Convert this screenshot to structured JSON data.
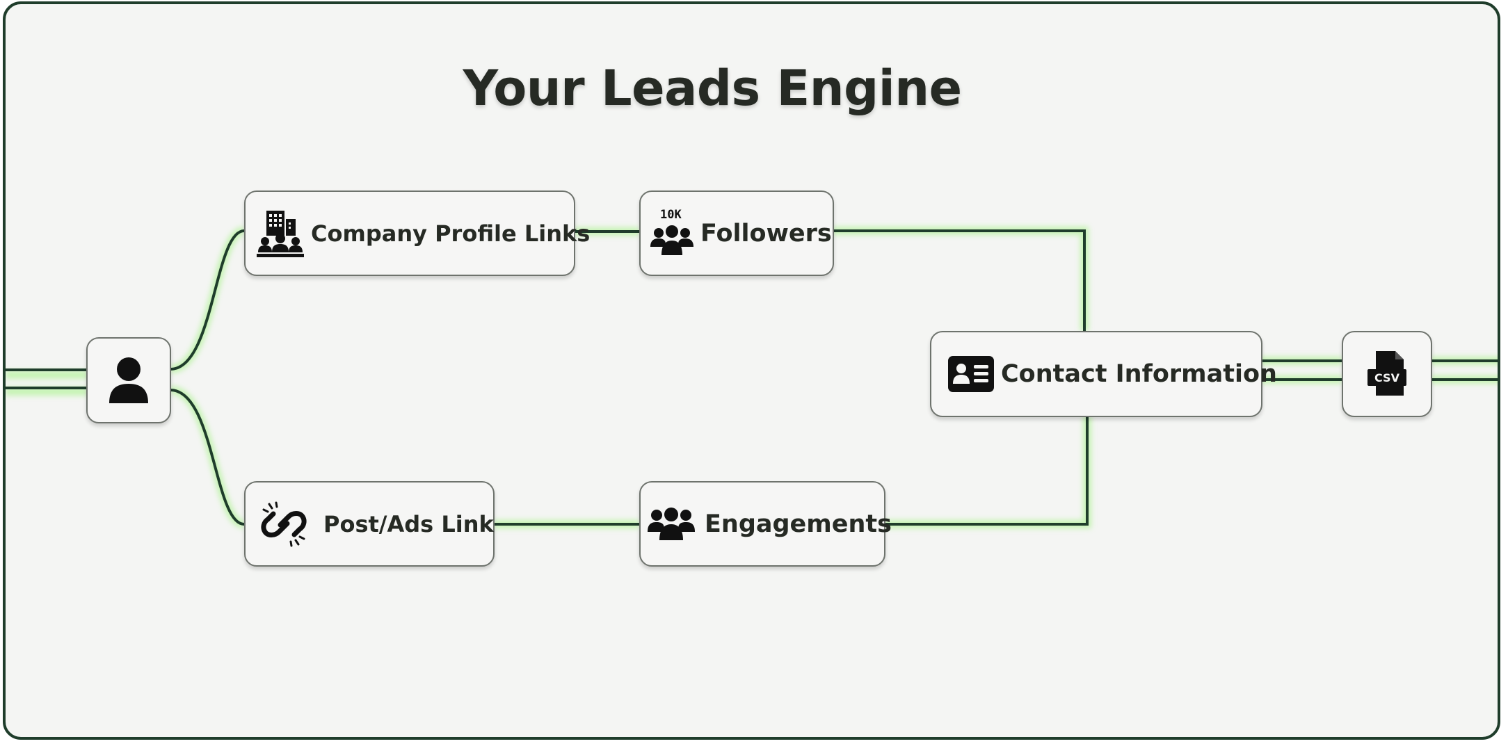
{
  "diagram": {
    "title": "Your Leads Engine",
    "nodes": {
      "user": {
        "icon": "user-icon"
      },
      "company": {
        "label": "Company Profile Links",
        "icon": "company-building-icon"
      },
      "followers": {
        "label": "Followers",
        "badge": "10K",
        "icon": "followers-group-icon"
      },
      "post": {
        "label": "Post/Ads Link",
        "icon": "link-icon"
      },
      "engagements": {
        "label": "Engagements",
        "icon": "engagement-group-icon"
      },
      "contact": {
        "label": "Contact Information",
        "icon": "contact-card-icon"
      },
      "csv": {
        "label": "CSV",
        "icon": "csv-file-icon"
      }
    },
    "colors": {
      "line": "#1f3d2b",
      "glow": "#b9f3a3",
      "frame": "#1f3d2b",
      "background": "#f4f5f3"
    }
  }
}
